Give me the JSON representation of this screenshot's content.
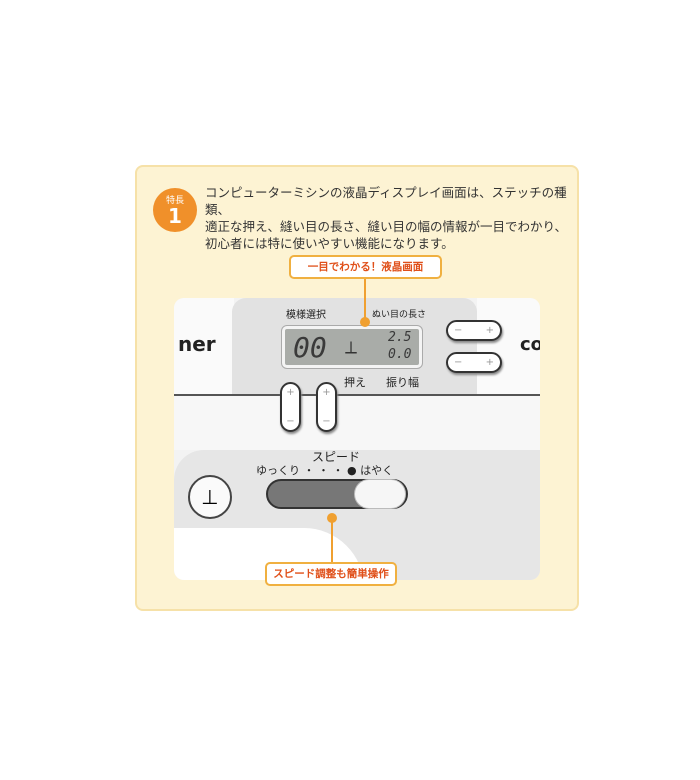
{
  "badge": {
    "label": "特長",
    "number": "1"
  },
  "description": [
    "コンピューターミシンの液晶ディスプレイ画面は、ステッチの種類、",
    "適正な押え、縫い目の長さ、縫い目の幅の情報が一目でわかり、",
    "初心者には特に使いやすい機能になります。"
  ],
  "callouts": {
    "lcd": "一目でわかる！液晶画面",
    "speed": "スピード調整も簡単操作"
  },
  "machine": {
    "brand_left": "ner",
    "brand_right": "co",
    "labels": {
      "pattern": "模様選択",
      "stitch_length": "ぬい目の長さ",
      "presser_foot": "押え",
      "width": "振り幅"
    },
    "lcd": {
      "pattern_number": "00",
      "length_value": "2.5",
      "width_value": "0.0"
    },
    "buttons": {
      "plus": "+",
      "minus": "−"
    },
    "speed": {
      "title": "スピード",
      "slow": "ゆっくり",
      "fast": "はやく",
      "dots": "・ ・ ・ ●"
    },
    "speed_level": 1.0
  }
}
